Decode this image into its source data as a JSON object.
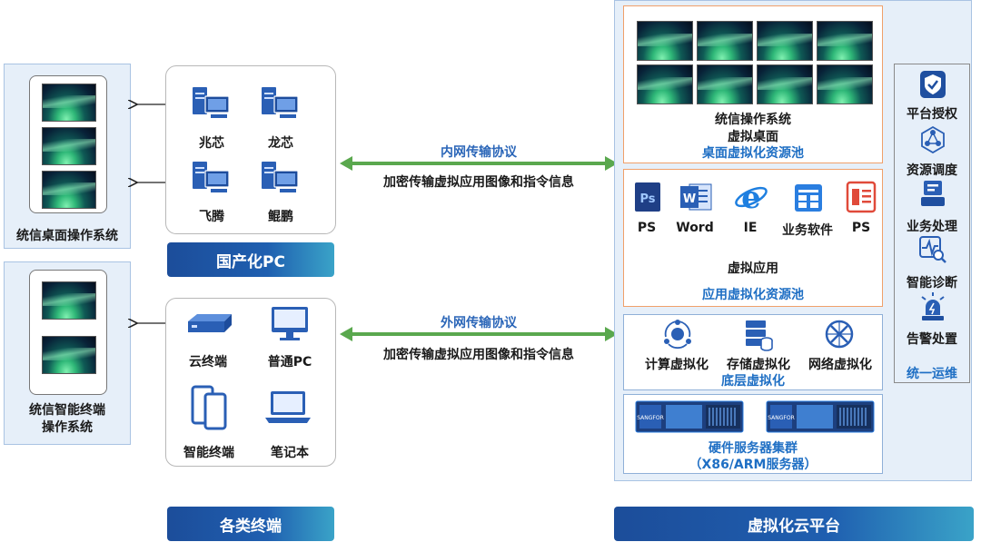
{
  "left": {
    "pc_os_label": "统信桌面操作系统",
    "terminal_os_label": "统信智能终端\n操作系统",
    "pc_items": [
      "兆芯",
      "龙芯",
      "飞腾",
      "鲲鹏"
    ],
    "pc_banner": "国产化PC",
    "terminal_items": [
      "云终端",
      "普通PC",
      "智能终端",
      "笔记本"
    ],
    "terminal_banner": "各类终端"
  },
  "arrows": {
    "top_protocol": "内网传输协议",
    "top_desc": "加密传输虚拟应用图像和指令信息",
    "bottom_protocol": "外网传输协议",
    "bottom_desc": "加密传输虚拟应用图像和指令信息"
  },
  "cloud": {
    "desktop_pool_line1": "统信操作系统",
    "desktop_pool_line2": "虚拟桌面",
    "desktop_pool_title": "桌面虚拟化资源池",
    "apps": [
      "PS",
      "Word",
      "IE",
      "业务软件",
      "PS"
    ],
    "app_icon_texts": [
      "Ps",
      "W",
      "e",
      "",
      ""
    ],
    "virtual_apps": "虚拟应用",
    "app_pool_title": "应用虚拟化资源池",
    "virt_items": [
      "计算虚拟化",
      "存储虚拟化",
      "网络虚拟化"
    ],
    "virt_title": "底层虚拟化",
    "server_brand": "SANGFOR",
    "hw_title_line1": "硬件服务器集群",
    "hw_title_line2": "（X86/ARM服务器）",
    "banner": "虚拟化云平台"
  },
  "ops": {
    "items": [
      "平台授权",
      "资源调度",
      "业务处理",
      "智能诊断",
      "告警处置"
    ],
    "title": "统一运维"
  },
  "colors": {
    "accent_blue": "#1f6fc4",
    "arrow_green": "#5aa84e",
    "orange_border": "#f0a06a"
  }
}
